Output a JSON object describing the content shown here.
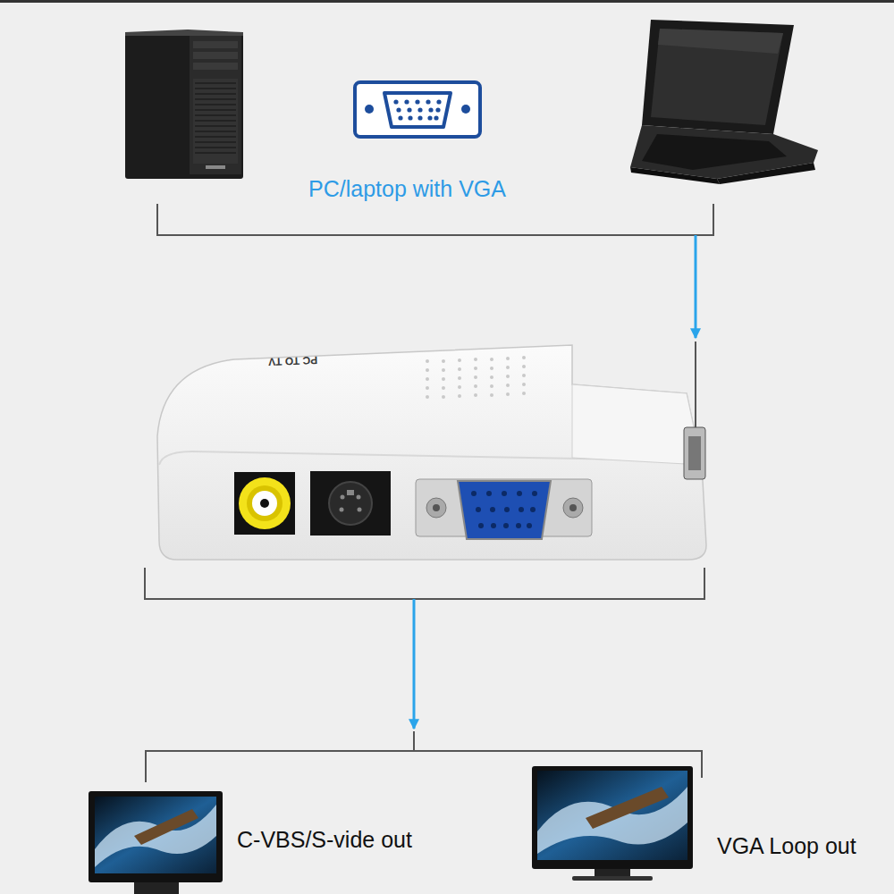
{
  "diagram": {
    "labels": [
      "PC/laptop with VGA",
      "PC TO TV",
      "C-VBS/S-vide out",
      "VGA Loop out"
    ]
  }
}
